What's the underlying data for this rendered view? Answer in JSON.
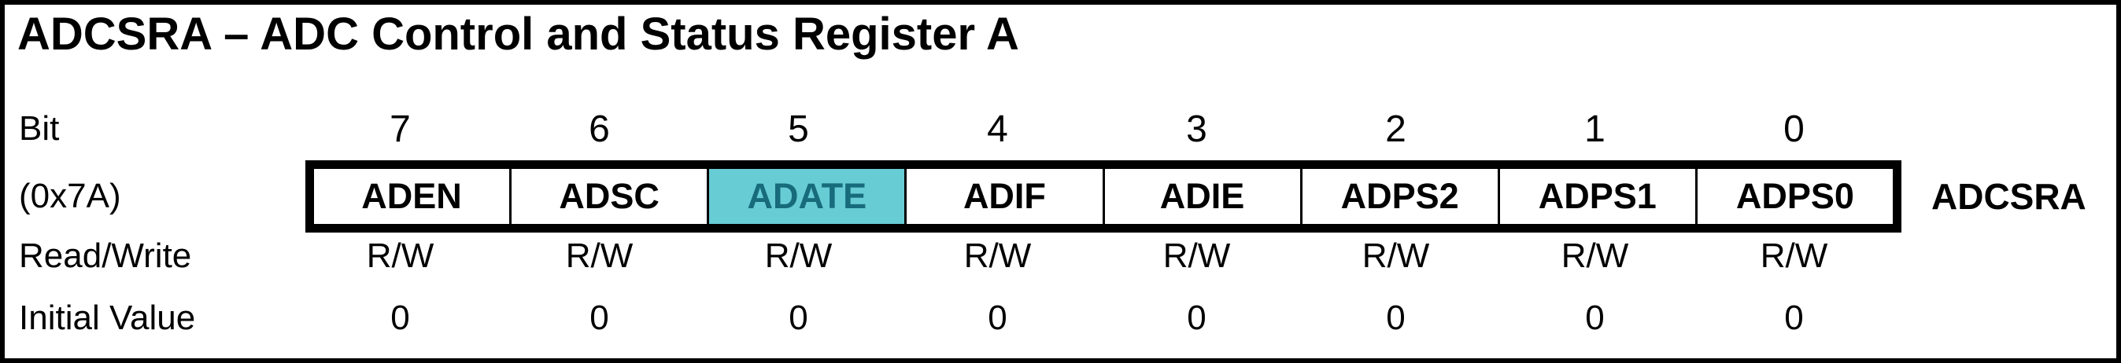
{
  "title": "ADCSRA – ADC Control and Status Register A",
  "register": {
    "bit_row_label": "Bit",
    "bits": [
      "7",
      "6",
      "5",
      "4",
      "3",
      "2",
      "1",
      "0"
    ],
    "address_label": "(0x7A)",
    "name_label": "ADCSRA",
    "fields": [
      {
        "name": "ADEN",
        "highlighted": false
      },
      {
        "name": "ADSC",
        "highlighted": false
      },
      {
        "name": "ADATE",
        "highlighted": true
      },
      {
        "name": "ADIF",
        "highlighted": false
      },
      {
        "name": "ADIE",
        "highlighted": false
      },
      {
        "name": "ADPS2",
        "highlighted": false
      },
      {
        "name": "ADPS1",
        "highlighted": false
      },
      {
        "name": "ADPS0",
        "highlighted": false
      }
    ],
    "read_write_label": "Read/Write",
    "read_write_values": [
      "R/W",
      "R/W",
      "R/W",
      "R/W",
      "R/W",
      "R/W",
      "R/W",
      "R/W"
    ],
    "initial_value_label": "Initial Value",
    "initial_values": [
      "0",
      "0",
      "0",
      "0",
      "0",
      "0",
      "0",
      "0"
    ]
  },
  "colors": {
    "highlight_background": "#67CCD4",
    "highlight_text": "#176B7B",
    "border": "#000000",
    "page_background": "#FFFFFF",
    "text": "#000000"
  }
}
